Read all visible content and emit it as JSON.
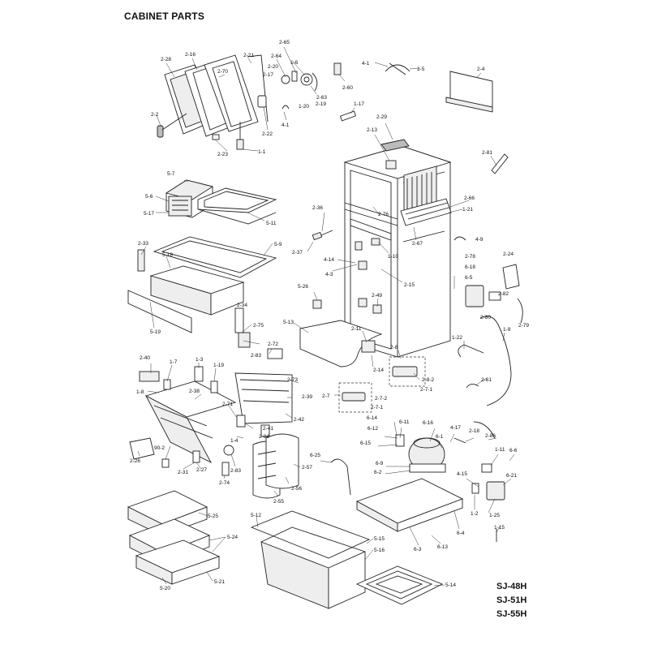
{
  "title": "CABINET PARTS",
  "models": [
    "SJ-48H",
    "SJ-51H",
    "SJ-55H"
  ],
  "callouts": [
    "2-28",
    "2-16",
    "2-70",
    "2-21",
    "2-2",
    "2-22",
    "2-23",
    "1-1",
    "2-65",
    "2-64",
    "1-6",
    "2-20",
    "2-17",
    "2-60",
    "2-63",
    "1-20",
    "2-19",
    "4-1",
    "4-1",
    "1-5",
    "2-4",
    "1-17",
    "5-7",
    "5-6",
    "5-17",
    "5-11",
    "5-9",
    "2-33",
    "5-18",
    "5-19",
    "2-29",
    "2-13",
    "2-81",
    "2-66",
    "1-21",
    "2-36",
    "2-76",
    "2-67",
    "2-37",
    "1-10",
    "4-14",
    "4-3",
    "2-15",
    "2-78",
    "4-9",
    "2-24",
    "6-18",
    "6-5",
    "2-82",
    "2-80",
    "2-79",
    "5-26",
    "2-49",
    "5-13",
    "2-11",
    "2-14",
    "2-8",
    "2-8-2",
    "2-7-1",
    "2-7",
    "2-7-2",
    "2-7-1",
    "1-22",
    "1-9",
    "2-61",
    "2-34",
    "2-75",
    "2-72",
    "2-83",
    "2-73",
    "2-39",
    "2-42",
    "2-40",
    "1-7",
    "1-3",
    "1-19",
    "2-38",
    "1-8",
    "2-71",
    "2-41",
    "2-84",
    "1-4",
    "2-26",
    "90-2",
    "2-31",
    "2-27",
    "2-74",
    "2-83",
    "2-56",
    "2-55",
    "2-57",
    "6-14",
    "6-11",
    "6-16",
    "4-17",
    "6-12",
    "6-15",
    "6-1",
    "2-18",
    "2-86",
    "6-9",
    "6-2",
    "6-25",
    "4-15",
    "1-11",
    "6-6",
    "6-21",
    "1-2",
    "1-25",
    "6-4",
    "6-3",
    "6-13",
    "1-15",
    "5-25",
    "5-24",
    "5-12",
    "5-15",
    "5-16",
    "5-20",
    "5-21",
    "5-14"
  ]
}
